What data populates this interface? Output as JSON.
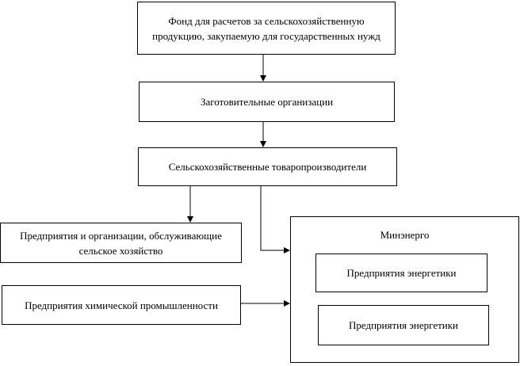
{
  "nodes": {
    "fund": "Фонд для расчетов за сельскохозяйственную продукцию, закупаемую для государственных нужд",
    "procurement": "Заготовительные организации",
    "producers": "Сельскохозяйственные товаропроизводители",
    "service": "Предприятия и организации, обслуживающие сельское хозяйство",
    "chemical": "Предприятия химической промышленности",
    "minenergo": "Минэнерго",
    "energy1": "Предприятия энергетики",
    "energy2": "Предприятия энергетики"
  }
}
